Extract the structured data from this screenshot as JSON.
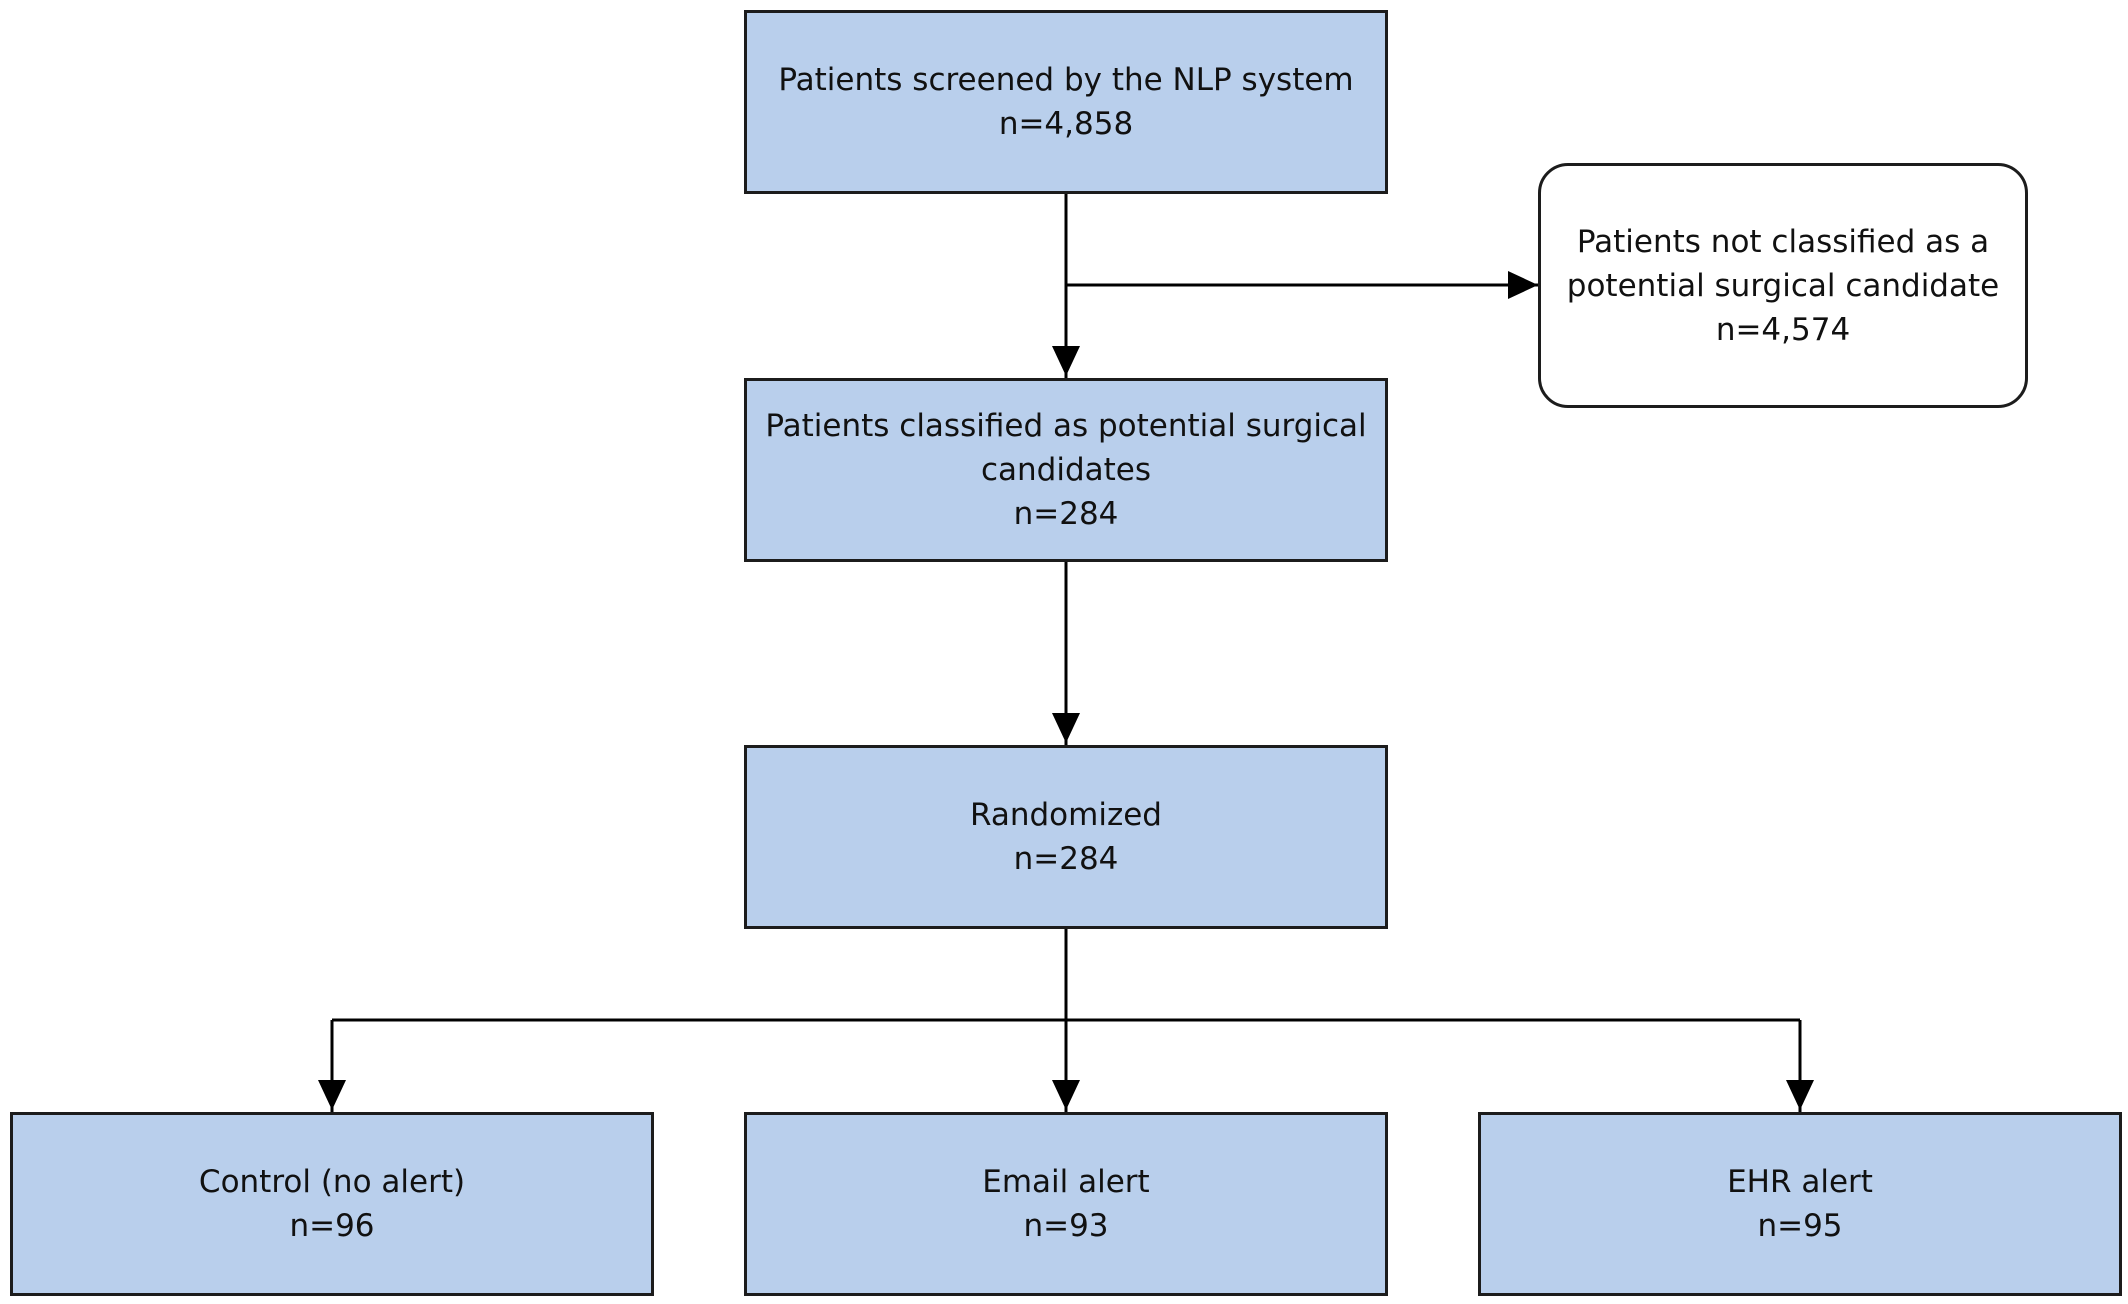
{
  "colors": {
    "box_fill": "#b9cfec",
    "box_border": "#1c1c1c",
    "arrow": "#000000"
  },
  "flowchart": {
    "screened": {
      "label": "Patients screened by the NLP system",
      "count": "n=4,858"
    },
    "excluded": {
      "label_line1": "Patients not classified as a",
      "label_line2": "potential surgical candidate",
      "count": "n=4,574"
    },
    "classified": {
      "label_line1": "Patients classified as potential surgical",
      "label_line2": "candidates",
      "count": "n=284"
    },
    "randomized": {
      "label": "Randomized",
      "count": "n=284"
    },
    "arms": [
      {
        "label": "Control (no alert)",
        "count": "n=96"
      },
      {
        "label": "Email alert",
        "count": "n=93"
      },
      {
        "label": "EHR alert",
        "count": "n=95"
      }
    ]
  }
}
